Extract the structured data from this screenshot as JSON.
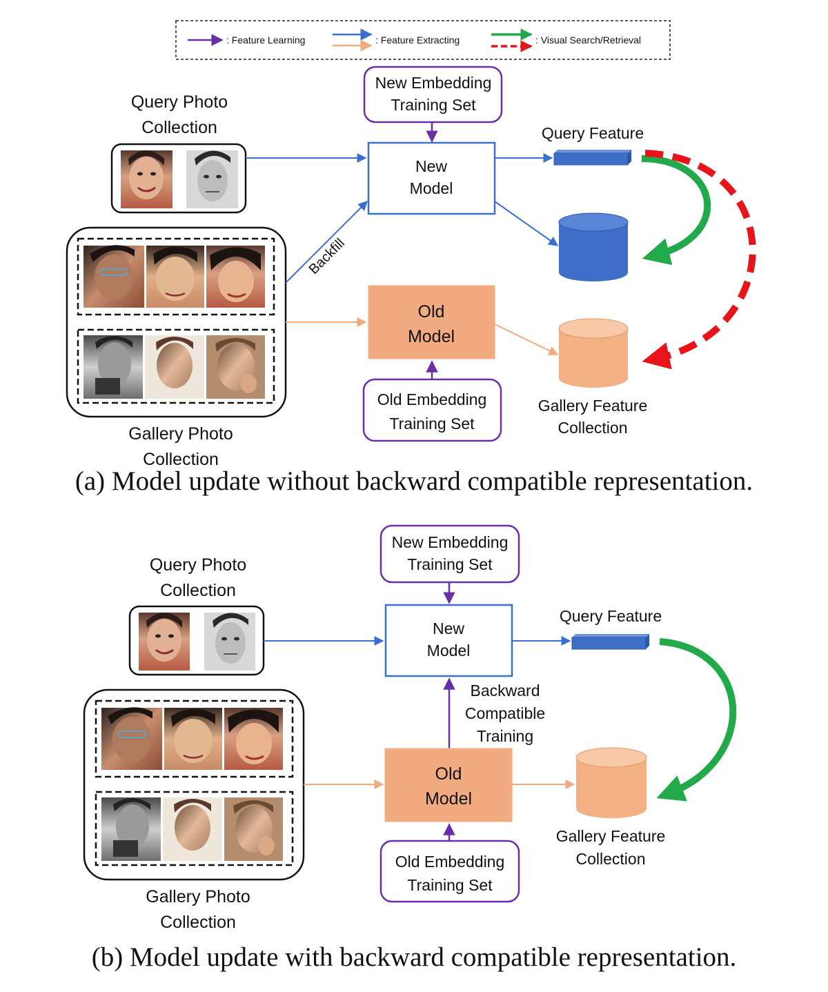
{
  "colors": {
    "feature_learning": "#6a2fa6",
    "feature_extracting_new": "#3a6fd0",
    "feature_extracting_old": "#f1aa7d",
    "visual_search_new": "#21a94a",
    "visual_search_old": "#e8141b",
    "old_model_fill": "#f2aa80",
    "new_db_fill": "#3f6ec8",
    "old_db_fill": "#f3b083"
  },
  "legend": {
    "feature_learning": ": Feature Learning",
    "feature_extracting": ": Feature Extracting",
    "visual_search": ": Visual Search/Retrieval"
  },
  "panel_a": {
    "new_embedding": [
      "New Embedding",
      "Training Set"
    ],
    "new_model": [
      "New",
      "Model"
    ],
    "old_model": [
      "Old",
      "Model"
    ],
    "old_embedding": [
      "Old Embedding",
      "Training Set"
    ],
    "query_collection": [
      "Query Photo",
      "Collection"
    ],
    "gallery_collection": [
      "Gallery Photo",
      "Collection"
    ],
    "query_feature": "Query Feature",
    "gallery_feature": [
      "Gallery Feature",
      "Collection"
    ],
    "backfill": "Backfill",
    "caption": "(a) Model update without backward compatible representation."
  },
  "panel_b": {
    "new_embedding": [
      "New Embedding",
      "Training Set"
    ],
    "new_model": [
      "New",
      "Model"
    ],
    "old_model": [
      "Old",
      "Model"
    ],
    "old_embedding": [
      "Old Embedding",
      "Training Set"
    ],
    "query_collection": [
      "Query Photo",
      "Collection"
    ],
    "gallery_collection": [
      "Gallery Photo",
      "Collection"
    ],
    "query_feature": "Query Feature",
    "gallery_feature": [
      "Gallery Feature",
      "Collection"
    ],
    "bct": [
      "Backward",
      "Compatible",
      "Training"
    ],
    "caption": "(b) Model update with backward compatible representation."
  }
}
